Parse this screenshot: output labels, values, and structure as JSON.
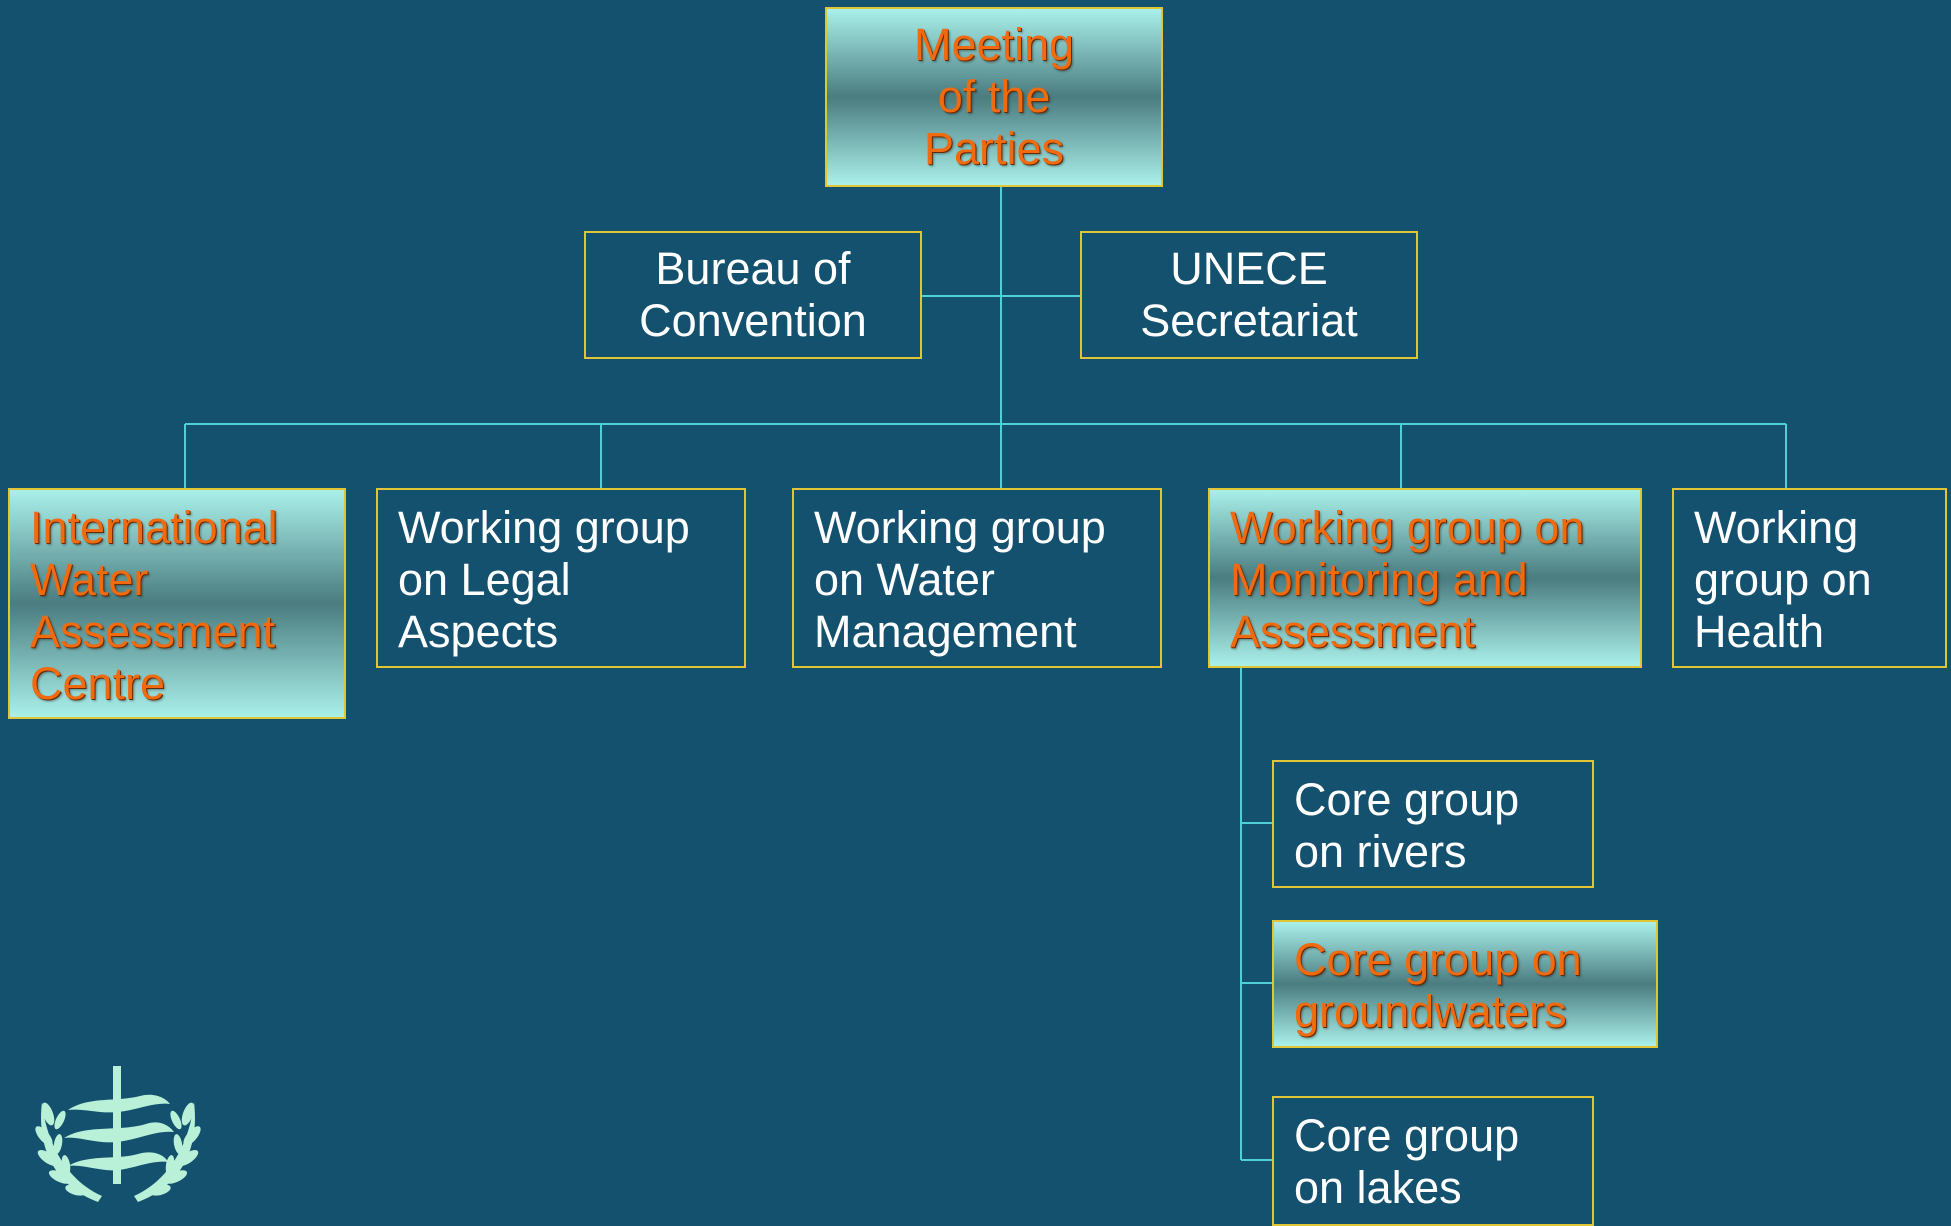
{
  "diagram": {
    "meeting": [
      "Meeting",
      "of the",
      "Parties"
    ],
    "bureau": [
      "Bureau of",
      "Convention"
    ],
    "secretariat": [
      "UNECE",
      "Secretariat"
    ],
    "iwac": [
      "International",
      "Water",
      "Assessment",
      "Centre"
    ],
    "wg_legal": [
      "Working group",
      "on Legal",
      "Aspects"
    ],
    "wg_water": [
      "Working group",
      "on Water",
      "Management"
    ],
    "wg_monitoring": [
      "Working group on",
      "Monitoring and",
      "Assessment"
    ],
    "wg_health": [
      "Working",
      "group on",
      "Health"
    ],
    "cg_rivers": [
      "Core group",
      "on rivers"
    ],
    "cg_groundwaters": [
      "Core group on",
      "groundwaters"
    ],
    "cg_lakes": [
      "Core group",
      "on lakes"
    ]
  },
  "colors": {
    "background": "#13516e",
    "box_border": "#e0c634",
    "connector": "#4fd0d4",
    "text": "#ffffff",
    "highlight_text": "#f06a10",
    "logo": "#b8f0d8"
  },
  "logo": {
    "icon": "un-laurel-emblem-icon"
  }
}
